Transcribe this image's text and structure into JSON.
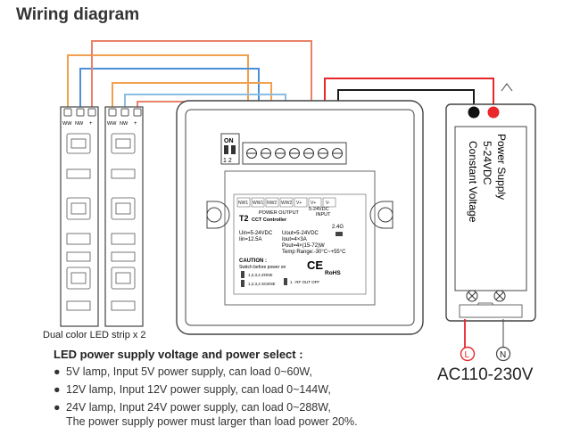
{
  "title": "Wiring diagram",
  "strips": {
    "caption": "Dual color LED strip x 2",
    "pin_labels": [
      "WW",
      "NW",
      "+"
    ]
  },
  "controller": {
    "model": "T2",
    "name": "CCT Controller",
    "terminal_labels": [
      "NW1",
      "WW1",
      "NW2",
      "WW2",
      "V+",
      "V+",
      "V-"
    ],
    "power_output_label": "POWER OUTPUT",
    "input_voltage": "5-24VDC",
    "input_label": "INPUT",
    "uin": "Uin=5-24VDC",
    "iin": "Iin=12.5A",
    "uout": "Uout=5-24VDC",
    "iout": "Iout=4×3A",
    "pout": "Pout=4×(15-72)W",
    "temp": "Temp Range:-30°C~+55°C",
    "rf_label": "2.4G",
    "caution_title": "CAUTION :",
    "caution_text": "Switch before power on",
    "zone_label": "1,2,3,4 ZONE",
    "scene_label": "1,2,3,4 SCENE",
    "rf_out_off": "1 : RF OUT OFF",
    "dip_on": "ON",
    "dip_numbers": "1 2",
    "ce": "CE",
    "rohs": "RoHS"
  },
  "psu": {
    "line1": "Power Supply",
    "line2": "5-24VDC",
    "line3": "Constant Voltage",
    "terminal_l": "L",
    "terminal_n": "N",
    "ac_label": "AC110-230V"
  },
  "notes": {
    "heading": "LED power supply voltage and power select :",
    "bullet": "●",
    "items": [
      "5V lamp, Input 5V power supply, can load 0~60W,",
      "12V lamp, Input 12V power supply, can load 0~144W,",
      "24V lamp, Input 24V power supply, can load 0~288W,"
    ],
    "footer": "The power supply power must larger than load power 20%."
  },
  "colors": {
    "wire_red": "#e8262b",
    "wire_black": "#1a1a1a",
    "wire_orange": "#f2a04d",
    "wire_blue": "#4a90d9",
    "wire_salmon": "#e8836a",
    "wire_lightblue": "#8bbde3",
    "outline": "#444444"
  },
  "icons": [
    "strip-chip-icon",
    "terminal-screw-icon",
    "dip-switch-icon",
    "ce-mark-icon"
  ]
}
